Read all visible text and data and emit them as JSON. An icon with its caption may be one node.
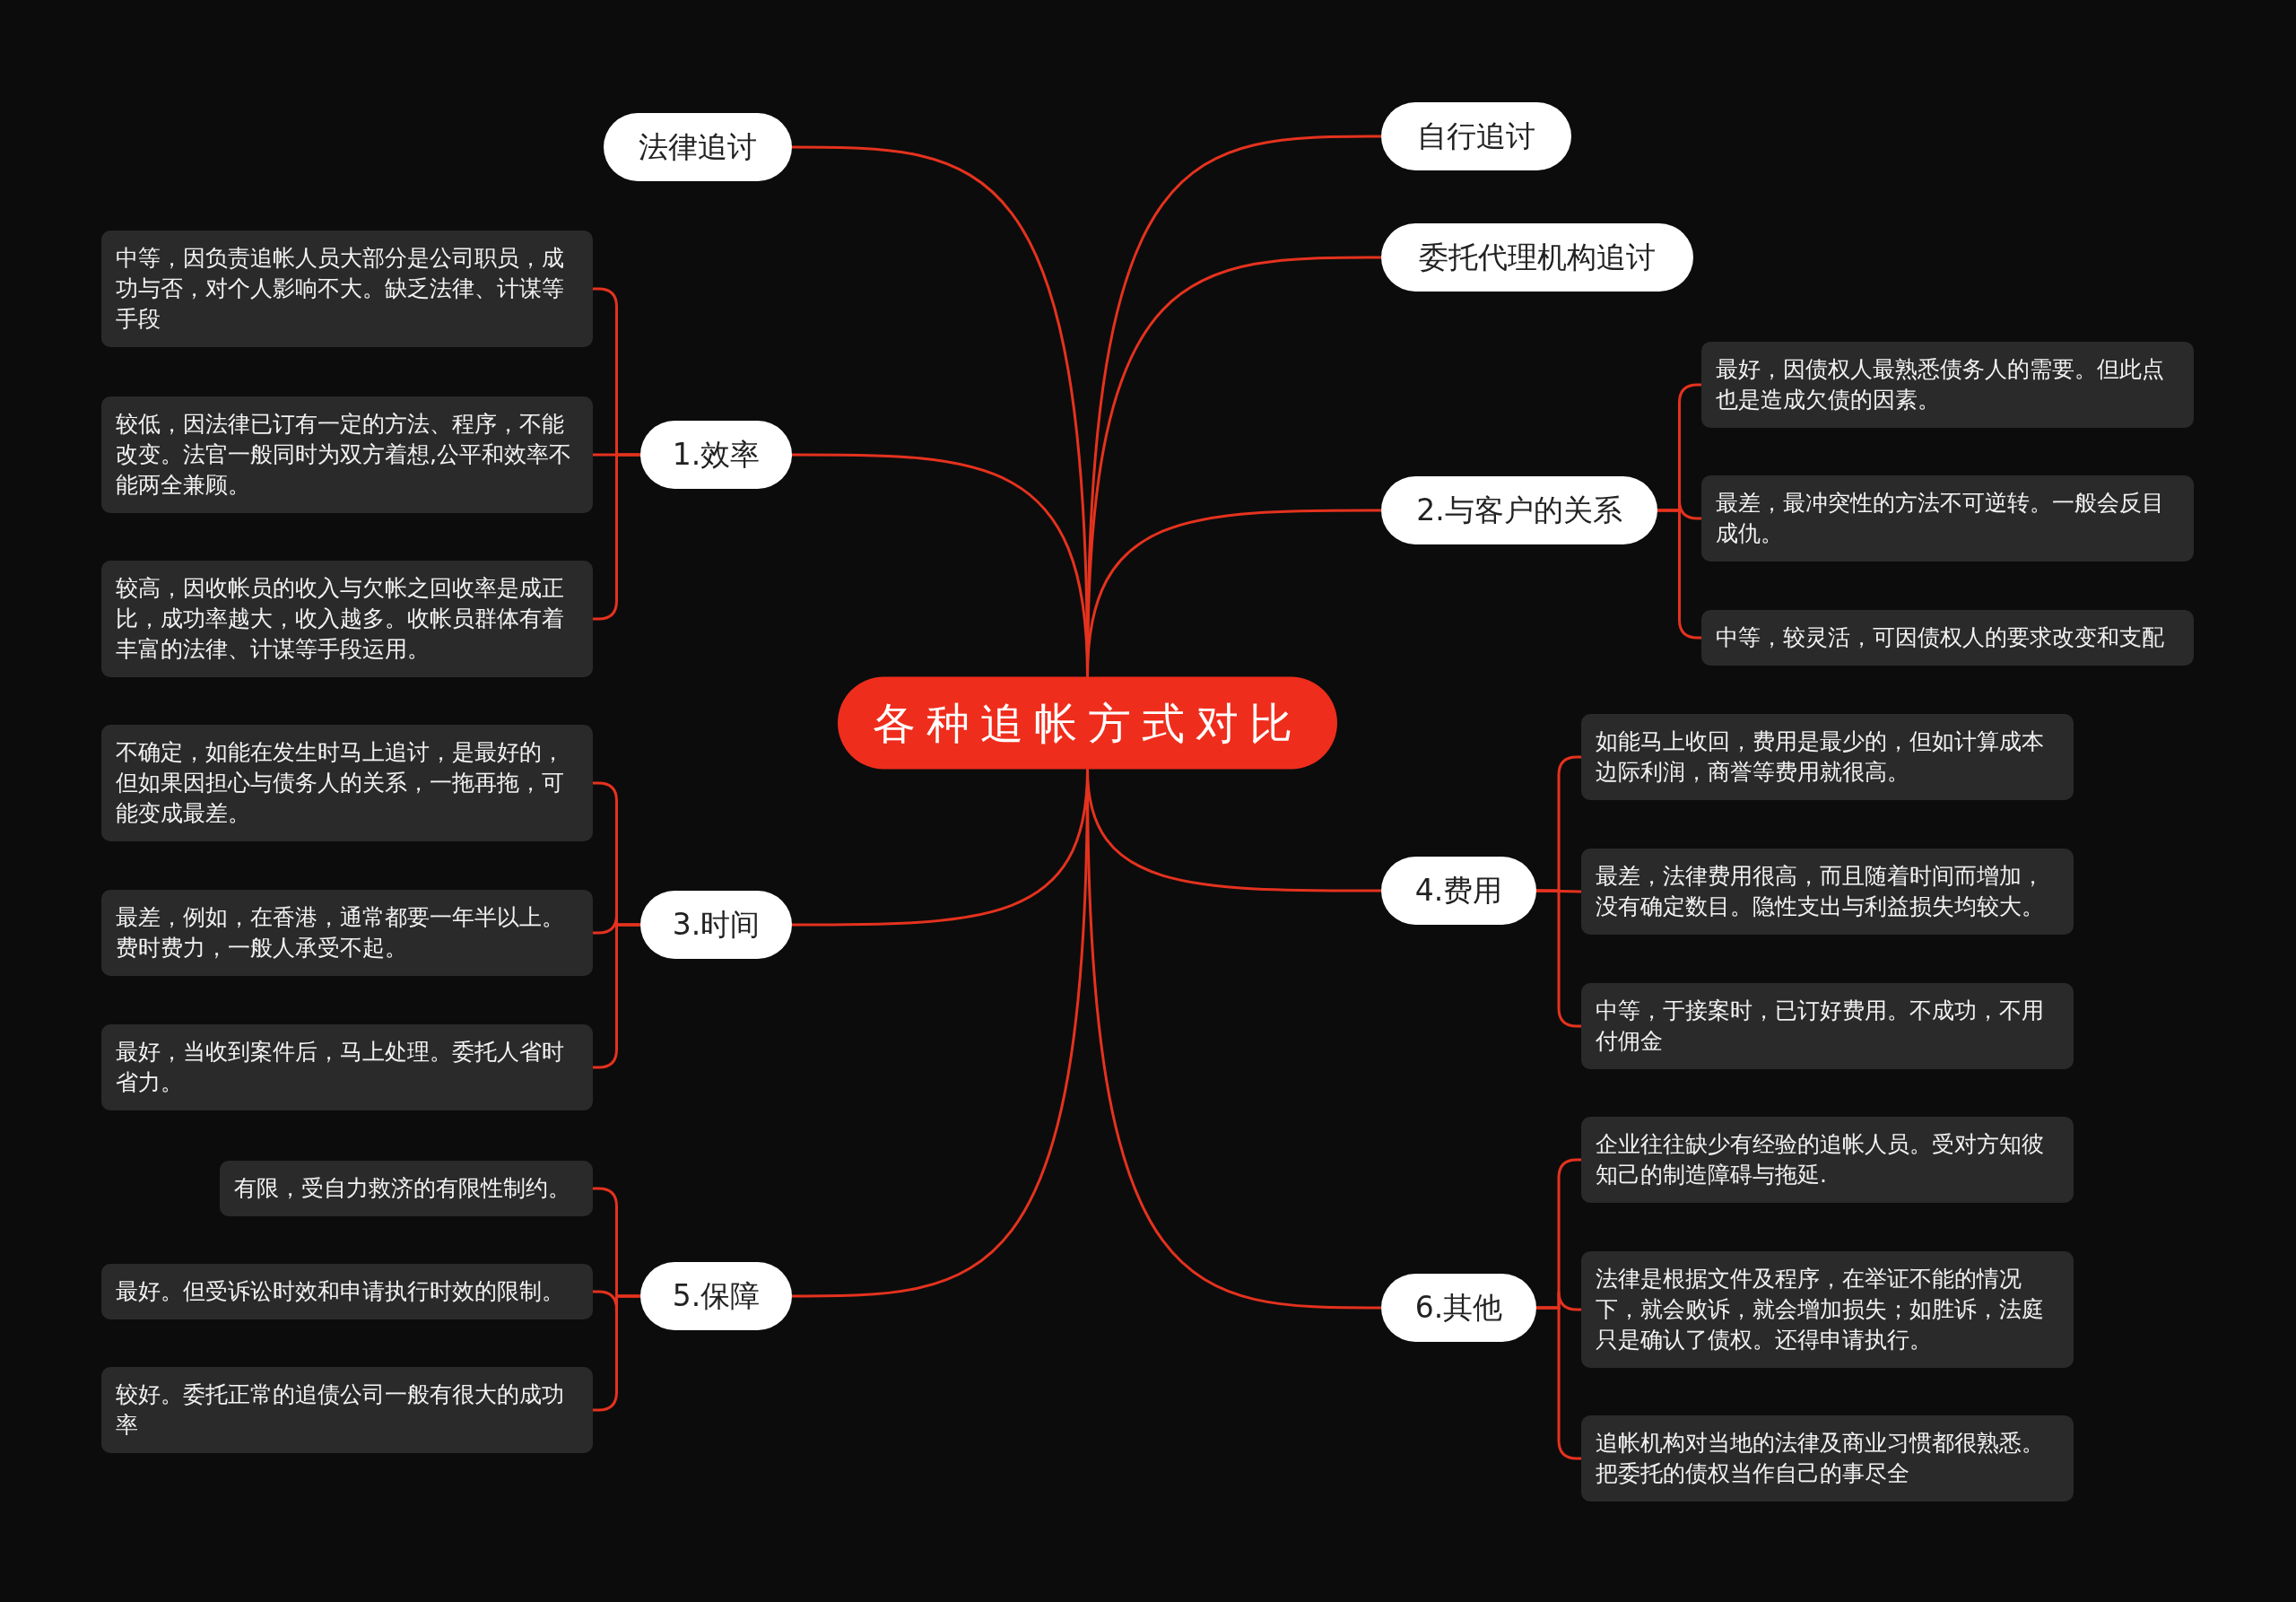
{
  "diagram": {
    "nodes": [
      {
        "text": [
          "各种追帐方式对比"
        ]
      },
      {
        "text": [
          "法律追讨"
        ]
      },
      {
        "text": [
          "自行追讨"
        ]
      },
      {
        "text": [
          "委托代理机构追讨"
        ]
      },
      {
        "text": [
          "1.效率"
        ]
      },
      {
        "text": [
          "中等，因负责追帐人员大部分是公司职员，成功与否，对个人影响不大。缺乏法律、计谋等手段"
        ]
      },
      {
        "text": [
          "较低，因法律已订有一定的方法、程序，不能改变。法官一般同时为双方着想,公平和效率不能两全兼顾。"
        ]
      },
      {
        "text": [
          "较高，因收帐员的收入与欠帐之回收率是成正比，成功率越大，收入越多。收帐员群体有着丰富的法律、计谋等手段运用。"
        ]
      },
      {
        "text": [
          "2.与客户的关系"
        ]
      },
      {
        "text": [
          "最好，因债权人最熟悉债务人的需要。但此点也是造成欠债的因素。"
        ]
      },
      {
        "text": [
          "最差，最冲突性的方法不可逆转。一般会反目成仇。"
        ]
      },
      {
        "text": [
          "中等，较灵活，可因债权人的要求改变和支配"
        ]
      },
      {
        "text": [
          "3.时间"
        ]
      },
      {
        "text": [
          "不确定，如能在发生时马上追讨，是最好的，但如果因担心与债务人的关系，一拖再拖，可能变成最差。"
        ]
      },
      {
        "text": [
          "最差，例如，在香港，通常都要一年半以上。费时费力，一般人承受不起。"
        ]
      },
      {
        "text": [
          "最好，当收到案件后，马上处理。委托人省时省力。"
        ]
      },
      {
        "text": [
          "4.费用"
        ]
      },
      {
        "text": [
          "如能马上收回，费用是最少的，但如计算成本边际利润，商誉等费用就很高。"
        ]
      },
      {
        "text": [
          "最差，法律费用很高，而且随着时间而增加，没有确定数目。隐性支出与利益损失均较大。"
        ]
      },
      {
        "text": [
          "中等，于接案时，已订好费用。不成功，不用付佣金"
        ]
      },
      {
        "text": [
          "5.保障"
        ]
      },
      {
        "text": [
          "有限，受自力救济的有限性制约。"
        ]
      },
      {
        "text": [
          "最好。但受诉讼时效和申请执行时效的限制。"
        ]
      },
      {
        "text": [
          "较好。委托正常的追债公司一般有很大的成功率"
        ]
      },
      {
        "text": [
          "6.其他"
        ]
      },
      {
        "text": [
          "企业往往缺少有经验的追帐人员。受对方知彼知己的制造障碍与拖延."
        ]
      },
      {
        "text": [
          "法律是根据文件及程序，在举证不能的情况下，就会败诉，就会增加损失；如胜诉，法庭只是确认了债权。还得申请执行。"
        ]
      },
      {
        "text": [
          "追帐机构对当地的法律及商业习惯都很熟悉。把委托的债权当作自己的事尽全"
        ]
      }
    ],
    "edges": [
      {
        "from": 0,
        "to": 1,
        "arrow": "none"
      },
      {
        "from": 0,
        "to": 2,
        "arrow": "none"
      },
      {
        "from": 0,
        "to": 3,
        "arrow": "none"
      },
      {
        "from": 0,
        "to": 4,
        "arrow": "none"
      },
      {
        "from": 0,
        "to": 8,
        "arrow": "none"
      },
      {
        "from": 0,
        "to": 12,
        "arrow": "none"
      },
      {
        "from": 0,
        "to": 16,
        "arrow": "none"
      },
      {
        "from": 0,
        "to": 20,
        "arrow": "none"
      },
      {
        "from": 0,
        "to": 24,
        "arrow": "none"
      },
      {
        "from": 4,
        "to": 5,
        "arrow": "none"
      },
      {
        "from": 4,
        "to": 6,
        "arrow": "none"
      },
      {
        "from": 4,
        "to": 7,
        "arrow": "none"
      },
      {
        "from": 8,
        "to": 9,
        "arrow": "none"
      },
      {
        "from": 8,
        "to": 10,
        "arrow": "none"
      },
      {
        "from": 8,
        "to": 11,
        "arrow": "none"
      },
      {
        "from": 12,
        "to": 13,
        "arrow": "none"
      },
      {
        "from": 12,
        "to": 14,
        "arrow": "none"
      },
      {
        "from": 12,
        "to": 15,
        "arrow": "none"
      },
      {
        "from": 16,
        "to": 17,
        "arrow": "none"
      },
      {
        "from": 16,
        "to": 18,
        "arrow": "none"
      },
      {
        "from": 16,
        "to": 19,
        "arrow": "none"
      },
      {
        "from": 20,
        "to": 21,
        "arrow": "none"
      },
      {
        "from": 20,
        "to": 22,
        "arrow": "none"
      },
      {
        "from": 20,
        "to": 23,
        "arrow": "none"
      },
      {
        "from": 24,
        "to": 25,
        "arrow": "none"
      },
      {
        "from": 24,
        "to": 26,
        "arrow": "none"
      },
      {
        "from": 24,
        "to": 27,
        "arrow": "none"
      }
    ]
  }
}
